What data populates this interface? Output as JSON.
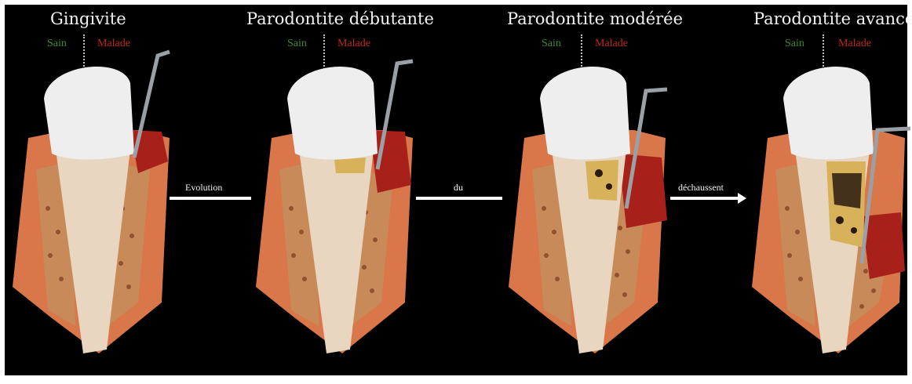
{
  "stages": [
    {
      "title": "Gingivite",
      "healthy_label": "Sain",
      "diseased_label": "Malade"
    },
    {
      "title": "Parodontite débutante",
      "healthy_label": "Sain",
      "diseased_label": "Malade"
    },
    {
      "title": "Parodontite modérée",
      "healthy_label": "Sain",
      "diseased_label": "Malade"
    },
    {
      "title": "Parodontite avancée",
      "healthy_label": "Sain",
      "diseased_label": "Malade"
    }
  ],
  "arrows": [
    {
      "label": "Evolution"
    },
    {
      "label": "du"
    },
    {
      "label": "déchaussent"
    }
  ],
  "colors": {
    "background": "#000000",
    "healthy": "#3f8a2c",
    "diseased": "#c0281c",
    "gum": "#d9764a",
    "inflamed_gum": "#a8201a",
    "enamel": "#eeeeee",
    "root": "#e8d6c0",
    "bone": "#c98a5a",
    "tartar": "#d8b25a"
  }
}
